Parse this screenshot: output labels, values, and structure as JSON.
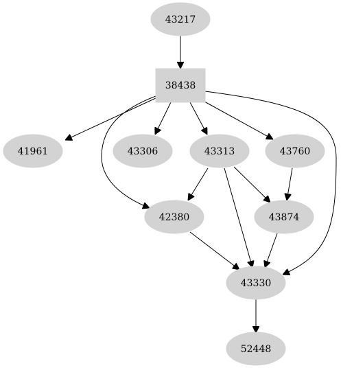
{
  "graph": {
    "nodes": [
      {
        "id": "n43217",
        "label": "43217",
        "shape": "ellipse"
      },
      {
        "id": "n38438",
        "label": "38438",
        "shape": "box"
      },
      {
        "id": "n41961",
        "label": "41961",
        "shape": "ellipse"
      },
      {
        "id": "n43306",
        "label": "43306",
        "shape": "ellipse"
      },
      {
        "id": "n43313",
        "label": "43313",
        "shape": "ellipse"
      },
      {
        "id": "n43760",
        "label": "43760",
        "shape": "ellipse"
      },
      {
        "id": "n42380",
        "label": "42380",
        "shape": "ellipse"
      },
      {
        "id": "n43874",
        "label": "43874",
        "shape": "ellipse"
      },
      {
        "id": "n43330",
        "label": "43330",
        "shape": "ellipse"
      },
      {
        "id": "n52448",
        "label": "52448",
        "shape": "ellipse"
      }
    ],
    "edges": [
      {
        "from": "43217",
        "to": "38438"
      },
      {
        "from": "38438",
        "to": "41961"
      },
      {
        "from": "38438",
        "to": "43306"
      },
      {
        "from": "38438",
        "to": "43313"
      },
      {
        "from": "38438",
        "to": "43760"
      },
      {
        "from": "38438",
        "to": "42380"
      },
      {
        "from": "38438",
        "to": "43330"
      },
      {
        "from": "43313",
        "to": "42380"
      },
      {
        "from": "43313",
        "to": "43874"
      },
      {
        "from": "43313",
        "to": "43330"
      },
      {
        "from": "43760",
        "to": "43874"
      },
      {
        "from": "42380",
        "to": "43330"
      },
      {
        "from": "43874",
        "to": "43330"
      },
      {
        "from": "43330",
        "to": "52448"
      }
    ],
    "colors": {
      "node_fill": "#d3d3d3",
      "edge": "#000000",
      "background": "#ffffff"
    }
  }
}
